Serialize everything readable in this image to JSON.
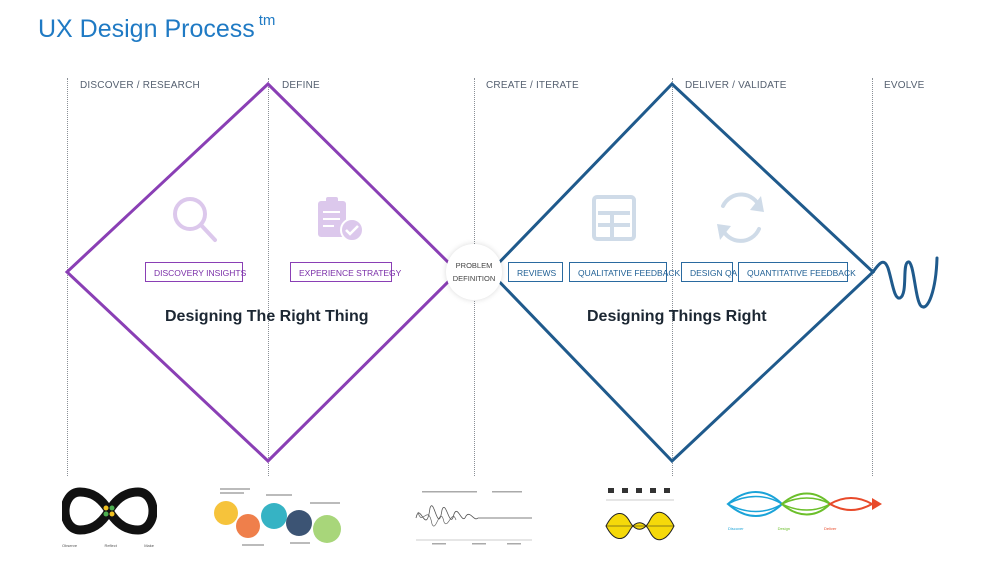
{
  "title": "UX Design Process",
  "title_sup": "tm",
  "phases": [
    "DISCOVER / RESEARCH",
    "DEFINE",
    "CREATE / ITERATE",
    "DELIVER / VALIDATE",
    "EVOLVE"
  ],
  "tags": {
    "discovery_insights": "DISCOVERY INSIGHTS",
    "experience_strategy": "EXPERIENCE STRATEGY",
    "reviews": "REVIEWS",
    "qualitative_feedback": "QUALITATIVE FEEDBACK",
    "design_qa": "DESIGN QA",
    "quantitative_feedback": "QUANTITATIVE FEEDBACK"
  },
  "problem_definition": [
    "PROBLEM",
    "DEFINITION"
  ],
  "headings": {
    "left": "Designing The Right Thing",
    "right": "Designing Things Right"
  },
  "thumbnails": {
    "infinity_labels": [
      "Observe",
      "Reflect",
      "Make"
    ],
    "tri_labels": [
      "Discover",
      "Design",
      "Deliver"
    ]
  },
  "colors": {
    "title": "#1f7ac4",
    "left_diamond": "#8a3fb5",
    "right_diamond": "#1f5a8c",
    "icon_purple": "#dcc8ec",
    "icon_blue": "#cfdbe8"
  },
  "icons": [
    "search-icon",
    "clipboard-check-icon",
    "document-table-icon",
    "refresh-icon"
  ]
}
